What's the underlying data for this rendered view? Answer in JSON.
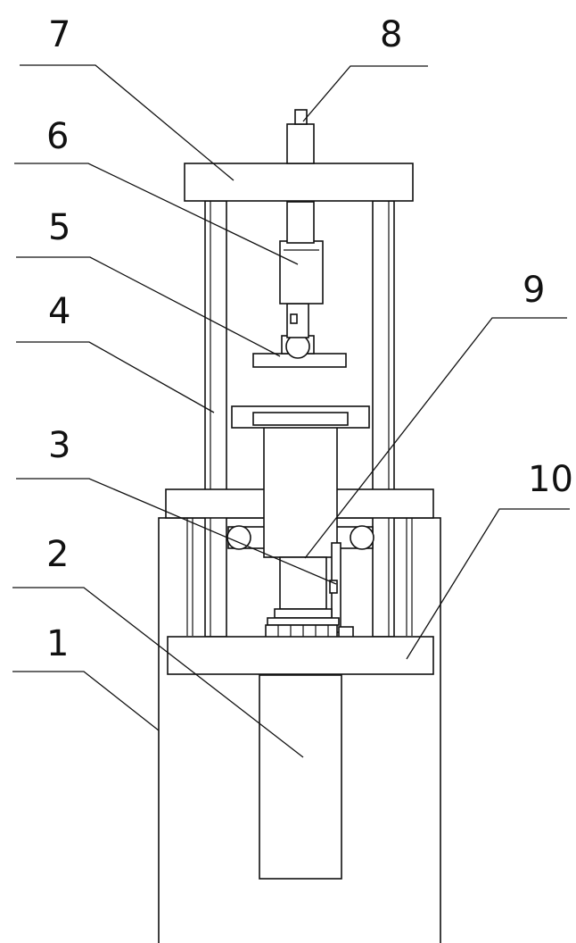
{
  "callouts": [
    {
      "id": "c1",
      "label": "1"
    },
    {
      "id": "c2",
      "label": "2"
    },
    {
      "id": "c3",
      "label": "3"
    },
    {
      "id": "c4",
      "label": "4"
    },
    {
      "id": "c5",
      "label": "5"
    },
    {
      "id": "c6",
      "label": "6"
    },
    {
      "id": "c7",
      "label": "7"
    },
    {
      "id": "c8",
      "label": "8"
    },
    {
      "id": "c9",
      "label": "9"
    },
    {
      "id": "c10",
      "label": "10"
    }
  ],
  "colors": {
    "line": "#111111",
    "background": "#ffffff"
  }
}
